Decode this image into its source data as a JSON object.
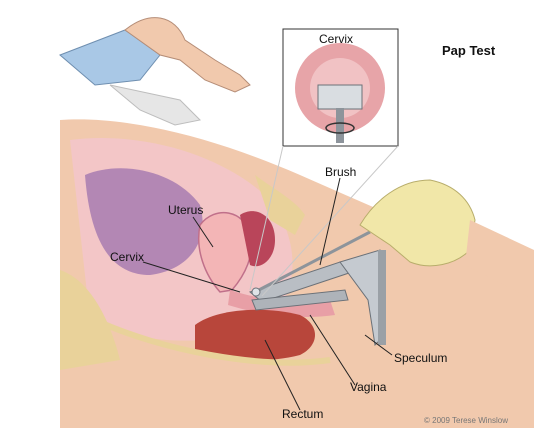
{
  "title": "Pap Test",
  "labels": {
    "inset_cervix": "Cervix",
    "brush": "Brush",
    "uterus": "Uterus",
    "cervix": "Cervix",
    "speculum": "Speculum",
    "vagina": "Vagina",
    "rectum": "Rectum"
  },
  "credit": "© 2009 Terese Winslow",
  "colors": {
    "skin": "#f1c9ad",
    "tissue_pink": "#f3b5b6",
    "uterus_dark": "#b9455a",
    "rectum": "#b8463b",
    "bladder_purple": "#a77bb0",
    "bone": "#e9d29a",
    "glove": "#f1e7a8",
    "gown": "#a9c8e6",
    "metal": "#b9bec4"
  }
}
